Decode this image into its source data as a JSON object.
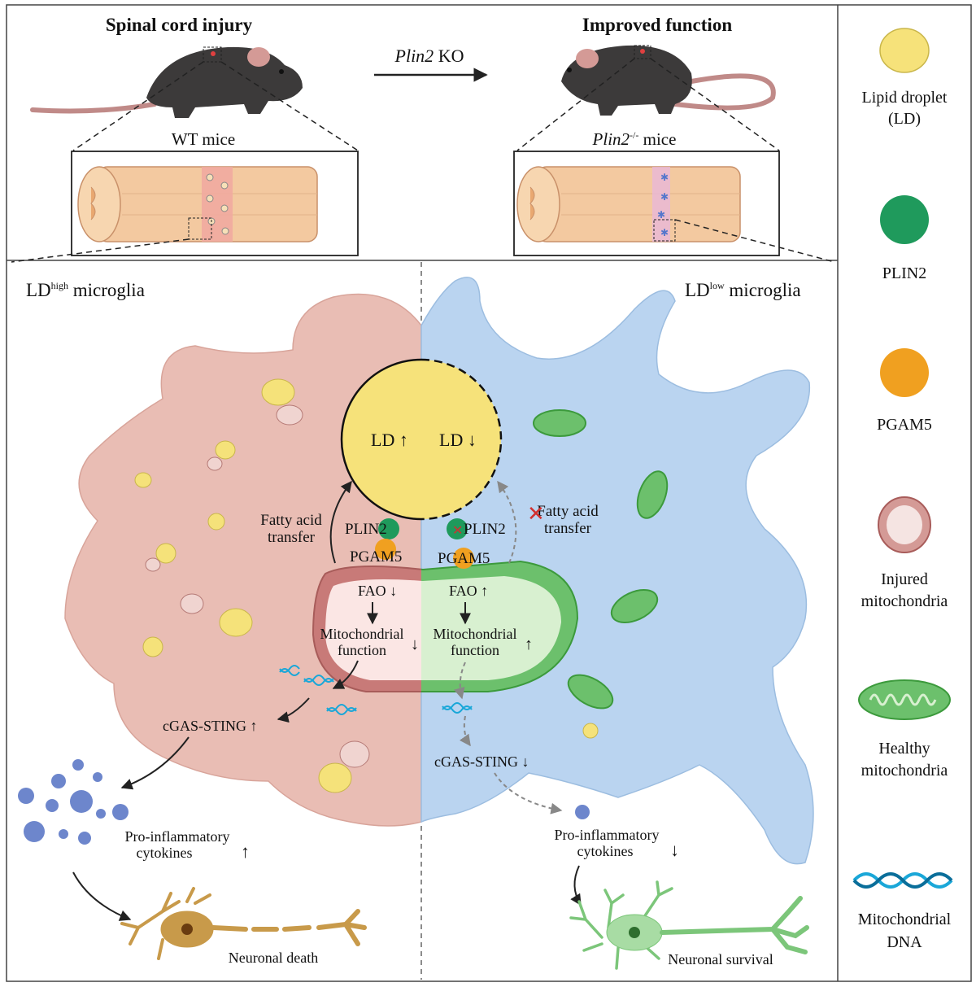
{
  "top": {
    "left_title": "Spinal cord injury",
    "right_title": "Improved function",
    "arrow_gene": "Plin2",
    "arrow_suffix": " KO",
    "left_mice": "WT mice",
    "right_gene": "Plin2",
    "right_sup": "-/-",
    "right_mice": " mice"
  },
  "left_panel": {
    "title_prefix": "LD",
    "title_sup": "high",
    "title_suffix": " microglia",
    "ld_label": "LD",
    "fatty1": "Fatty acid",
    "fatty2": "transfer",
    "plin2": "PLIN2",
    "pgam5": "PGAM5",
    "fao": "FAO",
    "mito1": "Mitochondrial",
    "mito2": "function",
    "cgas": "cGAS-STING",
    "cyto1": "Pro-inflammatory",
    "cyto2": "cytokines",
    "neuron": "Neuronal death"
  },
  "right_panel": {
    "title_prefix": "LD",
    "title_sup": "low",
    "title_suffix": " microglia",
    "ld_label": "LD",
    "fatty1": "Fatty acid",
    "fatty2": "transfer",
    "plin2": "PLIN2",
    "pgam5": "PGAM5",
    "fao": "FAO",
    "mito1": "Mitochondrial",
    "mito2": "function",
    "cgas": "cGAS-STING",
    "cyto1": "Pro-inflammatory",
    "cyto2": "cytokines",
    "neuron": "Neuronal survival"
  },
  "legend": {
    "ld1": "Lipid droplet",
    "ld2": "(LD)",
    "plin2": "PLIN2",
    "pgam5": "PGAM5",
    "inj1": "Injured",
    "inj2": "mitochondria",
    "heal1": "Healthy",
    "heal2": "mitochondria",
    "dna1": "Mitochondrial",
    "dna2": "DNA"
  },
  "colors": {
    "lipid": "#f6e27a",
    "plin2": "#1f9a5c",
    "pgam5": "#f0a020",
    "inj_cell": "#e8b8b0",
    "healthy_cell": "#bcd6f0",
    "healthy_mito": "#6cc06c",
    "injured_mito": "#c87a78",
    "cytokine": "#6d86cc",
    "dna": "#1aa7d8",
    "neuron_dead": "#c89a4a",
    "neuron_alive": "#7cc67a"
  }
}
